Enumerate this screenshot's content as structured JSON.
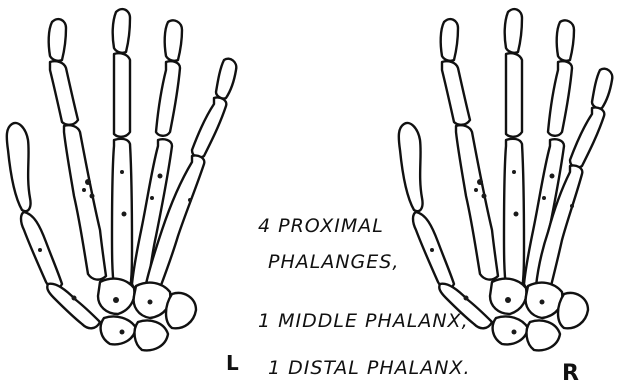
{
  "annotation": {
    "line1": "4 PROXIMAL",
    "line2": "PHALANGES,",
    "line3": "1 MIDDLE PHALANX,",
    "line4": "1 DISTAL PHALANX."
  },
  "labels": {
    "left_hand": "L",
    "right_hand": "R"
  },
  "colors": {
    "ink": "#111111",
    "paper": "#ffffff"
  }
}
